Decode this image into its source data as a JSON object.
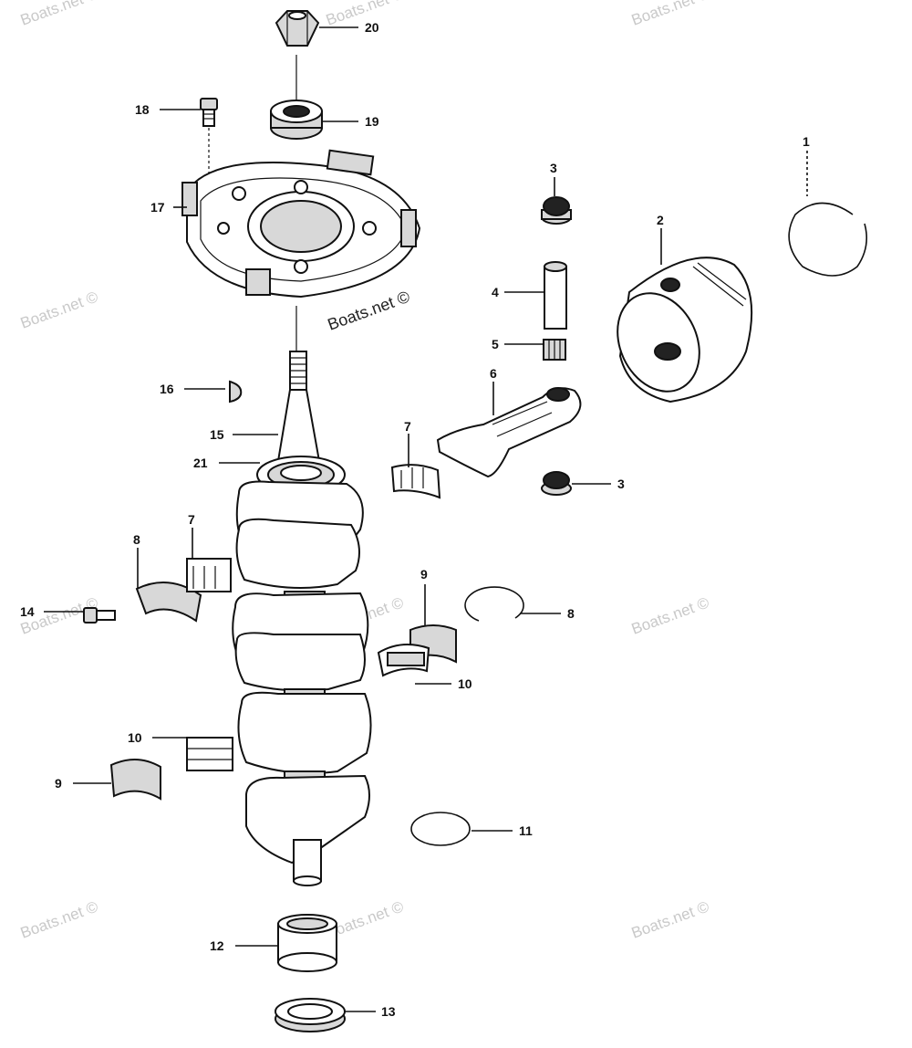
{
  "diagram": {
    "watermark_text": "Boats.net ©",
    "callouts": [
      {
        "id": "c20a",
        "text": "20"
      },
      {
        "id": "c19a",
        "text": "19"
      },
      {
        "id": "c18a",
        "text": "18"
      },
      {
        "id": "c17a",
        "text": "17"
      },
      {
        "id": "c1a",
        "text": "1"
      },
      {
        "id": "c2a",
        "text": "2"
      },
      {
        "id": "c3a",
        "text": "3"
      },
      {
        "id": "c3b",
        "text": "3"
      },
      {
        "id": "c4a",
        "text": "4"
      },
      {
        "id": "c5a",
        "text": "5"
      },
      {
        "id": "c6a",
        "text": "6"
      },
      {
        "id": "c7a",
        "text": "7"
      },
      {
        "id": "c7b",
        "text": "7"
      },
      {
        "id": "c8a",
        "text": "8"
      },
      {
        "id": "c8b",
        "text": "8"
      },
      {
        "id": "c9a",
        "text": "9"
      },
      {
        "id": "c9b",
        "text": "9"
      },
      {
        "id": "c10a",
        "text": "10"
      },
      {
        "id": "c10b",
        "text": "10"
      },
      {
        "id": "c11a",
        "text": "11"
      },
      {
        "id": "c12a",
        "text": "12"
      },
      {
        "id": "c13a",
        "text": "13"
      },
      {
        "id": "c14a",
        "text": "14"
      },
      {
        "id": "c15a",
        "text": "15"
      },
      {
        "id": "c16a",
        "text": "16"
      },
      {
        "id": "c21a",
        "text": "21"
      }
    ]
  }
}
